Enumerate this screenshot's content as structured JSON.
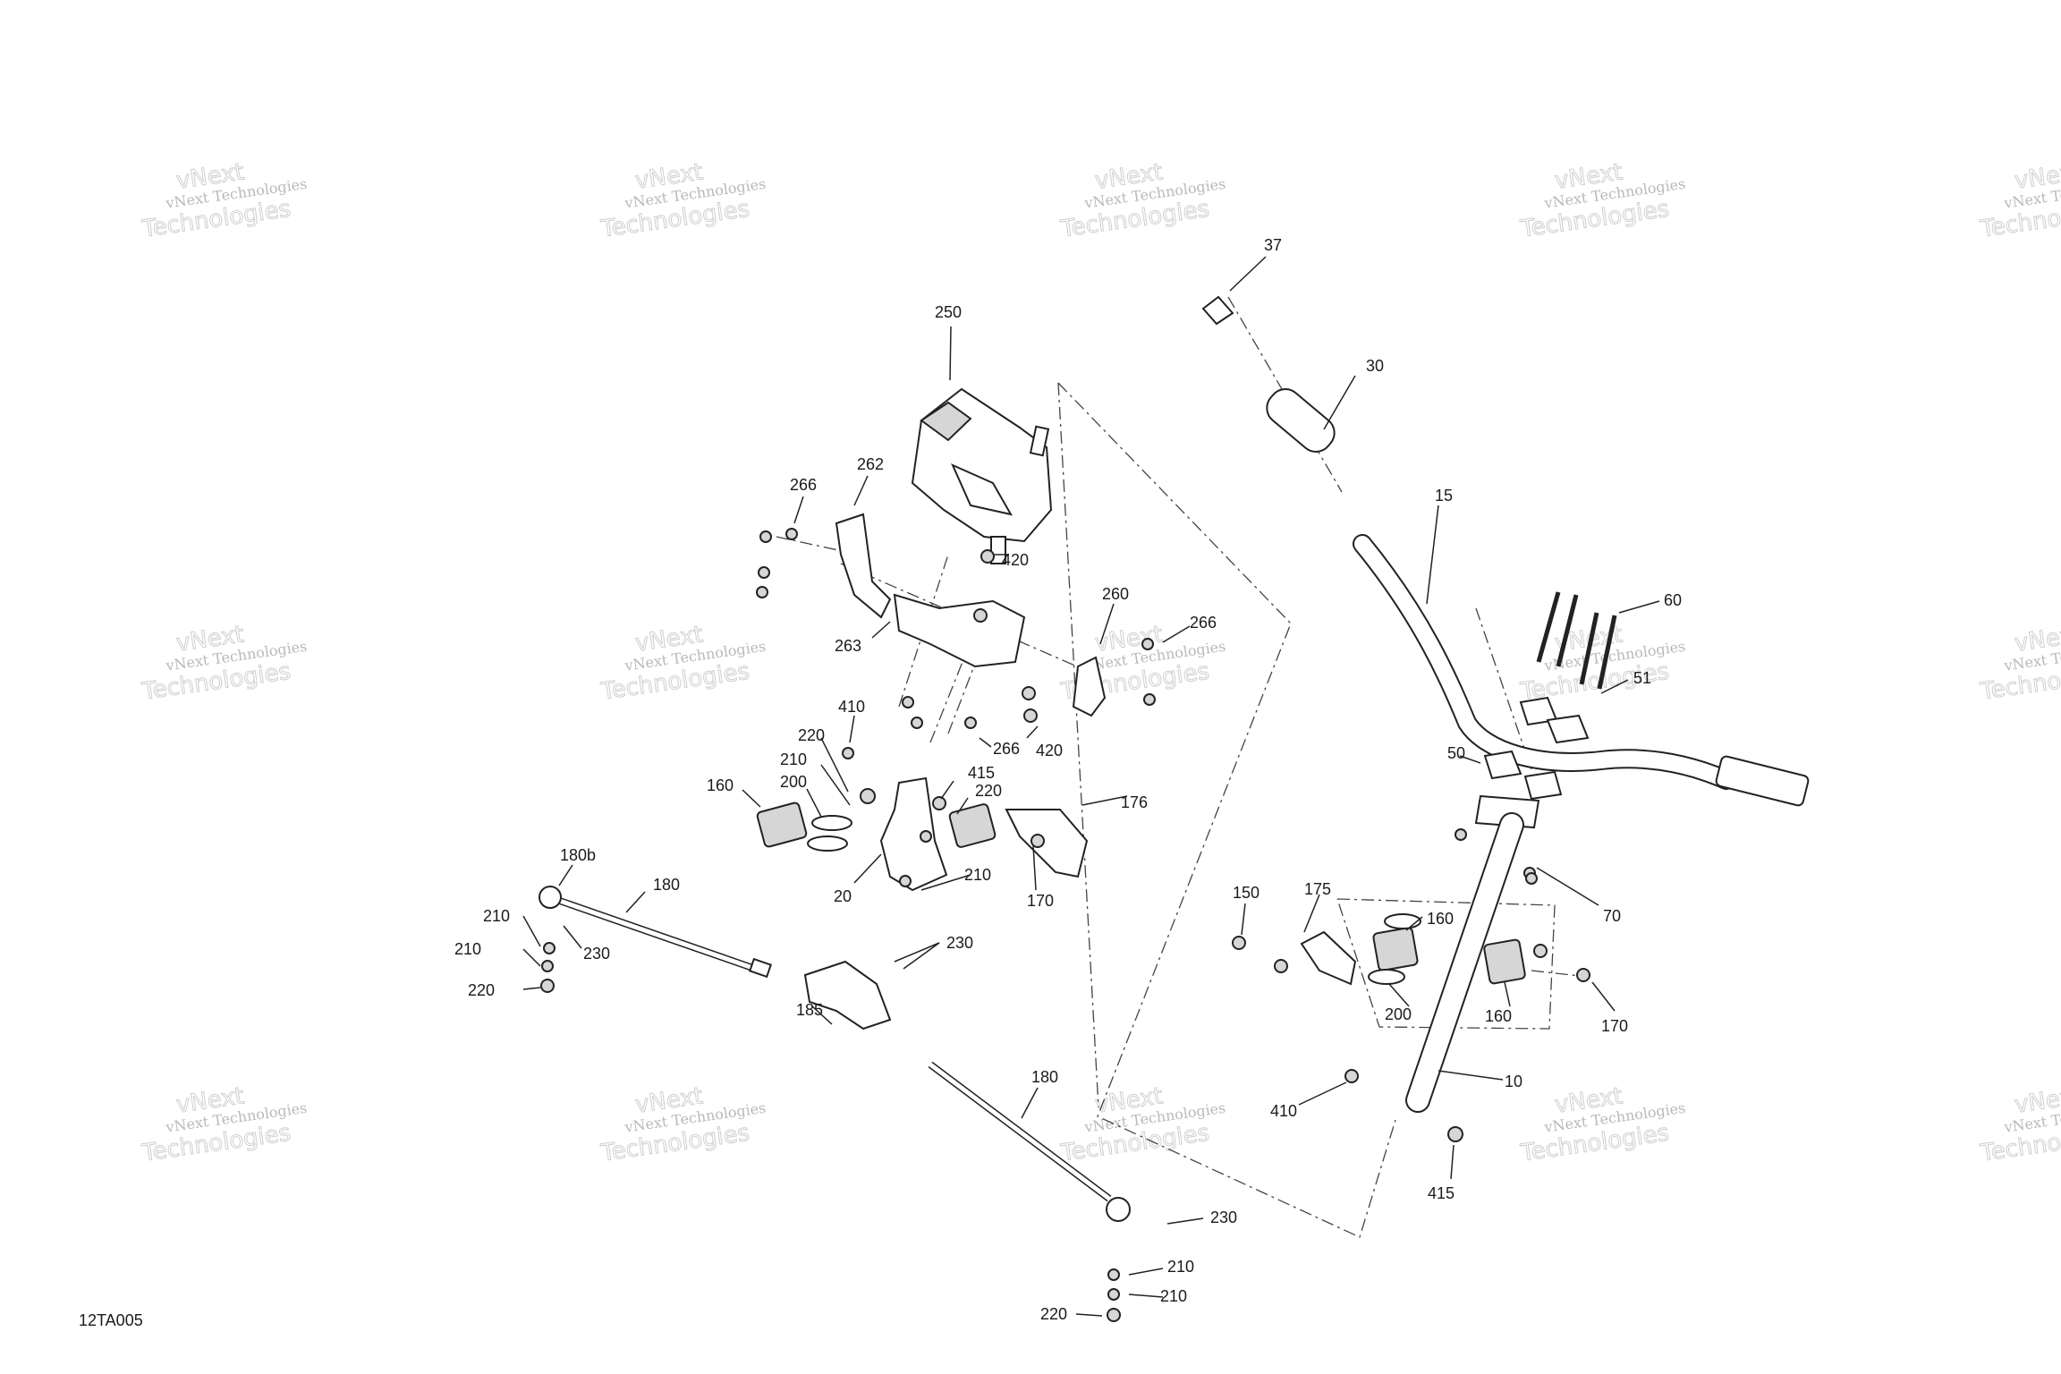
{
  "diagram": {
    "code": "12TA005",
    "watermark": {
      "line1": "vNext Technologies",
      "line2": "Technologies",
      "mark": "vNext"
    },
    "callouts": [
      "250",
      "262",
      "266",
      "420",
      "263",
      "260",
      "266",
      "266",
      "420",
      "410",
      "220",
      "210",
      "200",
      "415",
      "220",
      "176",
      "160",
      "20",
      "210",
      "170",
      "180b",
      "180",
      "210",
      "210",
      "230",
      "220",
      "230",
      "185",
      "180",
      "230",
      "210",
      "210",
      "220",
      "37",
      "30",
      "15",
      "60",
      "51",
      "50",
      "70",
      "150",
      "175",
      "160",
      "200",
      "160",
      "170",
      "10",
      "410",
      "415"
    ]
  }
}
